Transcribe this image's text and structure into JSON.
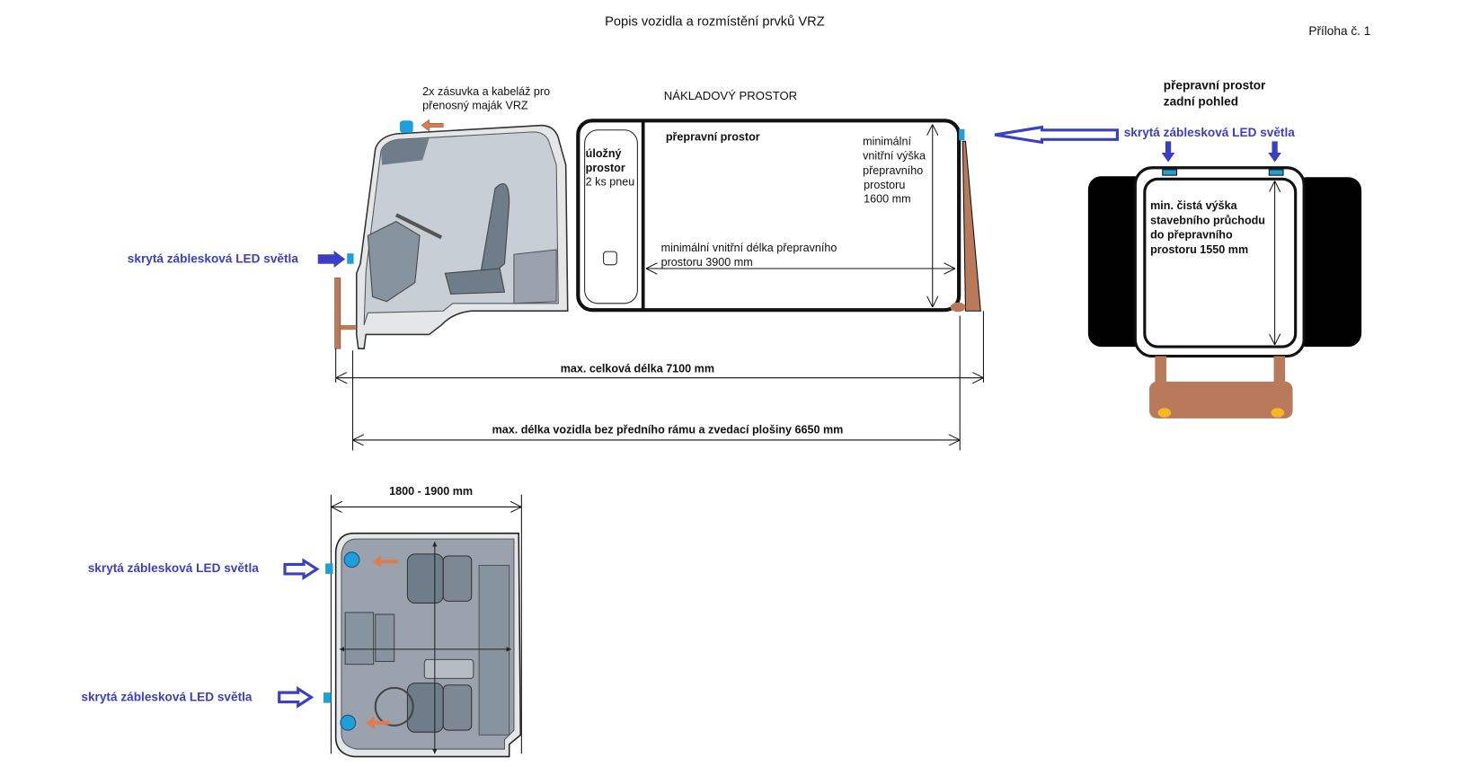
{
  "title": "Popis vozidla a rozmístění prvků VRZ",
  "annex": "Příloha č. 1",
  "side_view": {
    "beacon_note": [
      "2x zásuvka a kabeláž pro",
      "přenosný maják VRZ"
    ],
    "front_led_label": "skrytá záblesková LED světla",
    "cargo_heading": "NÁKLADOVÝ PROSTOR",
    "storage": [
      "úložný",
      "prostor",
      "2 ks pneu"
    ],
    "transport_space": "přepravní prostor",
    "min_height": [
      "minimální",
      "vnitřní výška",
      "přepravního",
      "prostoru",
      "1600 mm"
    ],
    "min_length": [
      "minimální vnitřní délka přepravního",
      "prostoru 3900 mm"
    ],
    "total_length": "max. celková délka 7100 mm",
    "length_without_frame": "max. délka vozidla bez předního rámu a zvedací plošiny 6650 mm"
  },
  "rear_view": {
    "title": [
      "přepravní prostor",
      "zadní pohled"
    ],
    "led_label": "skrytá záblesková LED světla",
    "clear_height": [
      "min. čistá výška",
      "stavebního průchodu",
      "do přepravního",
      "prostoru 1550 mm"
    ]
  },
  "top_view": {
    "width": "1800 - 1900 mm",
    "led_label_1": "skrytá záblesková LED světla",
    "led_label_2": "skrytá záblesková LED světla"
  },
  "colors": {
    "led_blue": "#1f9fd8",
    "label_blue": "#3c3fc4",
    "brown": "#b87a5a",
    "arrow_orange": "#e07b4f"
  }
}
